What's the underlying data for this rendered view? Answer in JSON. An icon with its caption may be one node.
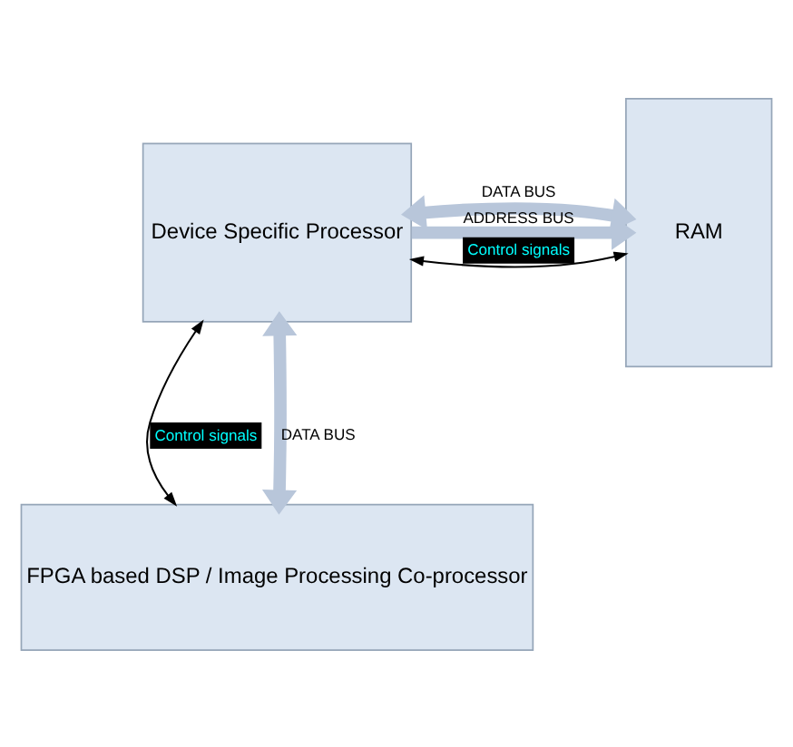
{
  "diagram": {
    "nodes": [
      {
        "text": [
          "Device Specific Processor"
        ]
      },
      {
        "text": [
          "RAM"
        ]
      },
      {
        "text": [
          "FPGA based DSP / Image Processing Co-processor"
        ]
      }
    ],
    "edges": [
      {
        "from": 0,
        "to": 1,
        "arrow": "both",
        "label": "DATA BUS"
      },
      {
        "from": 0,
        "to": 1,
        "arrow": "to",
        "label": "ADDRESS BUS"
      },
      {
        "from": 0,
        "to": 1,
        "arrow": "both",
        "label": "Control signals",
        "color": "#000000"
      },
      {
        "from": 0,
        "to": 2,
        "arrow": "both",
        "label": "Control signals",
        "color": "#000000"
      },
      {
        "from": 0,
        "to": 2,
        "arrow": "both",
        "label": "DATA BUS"
      }
    ]
  }
}
